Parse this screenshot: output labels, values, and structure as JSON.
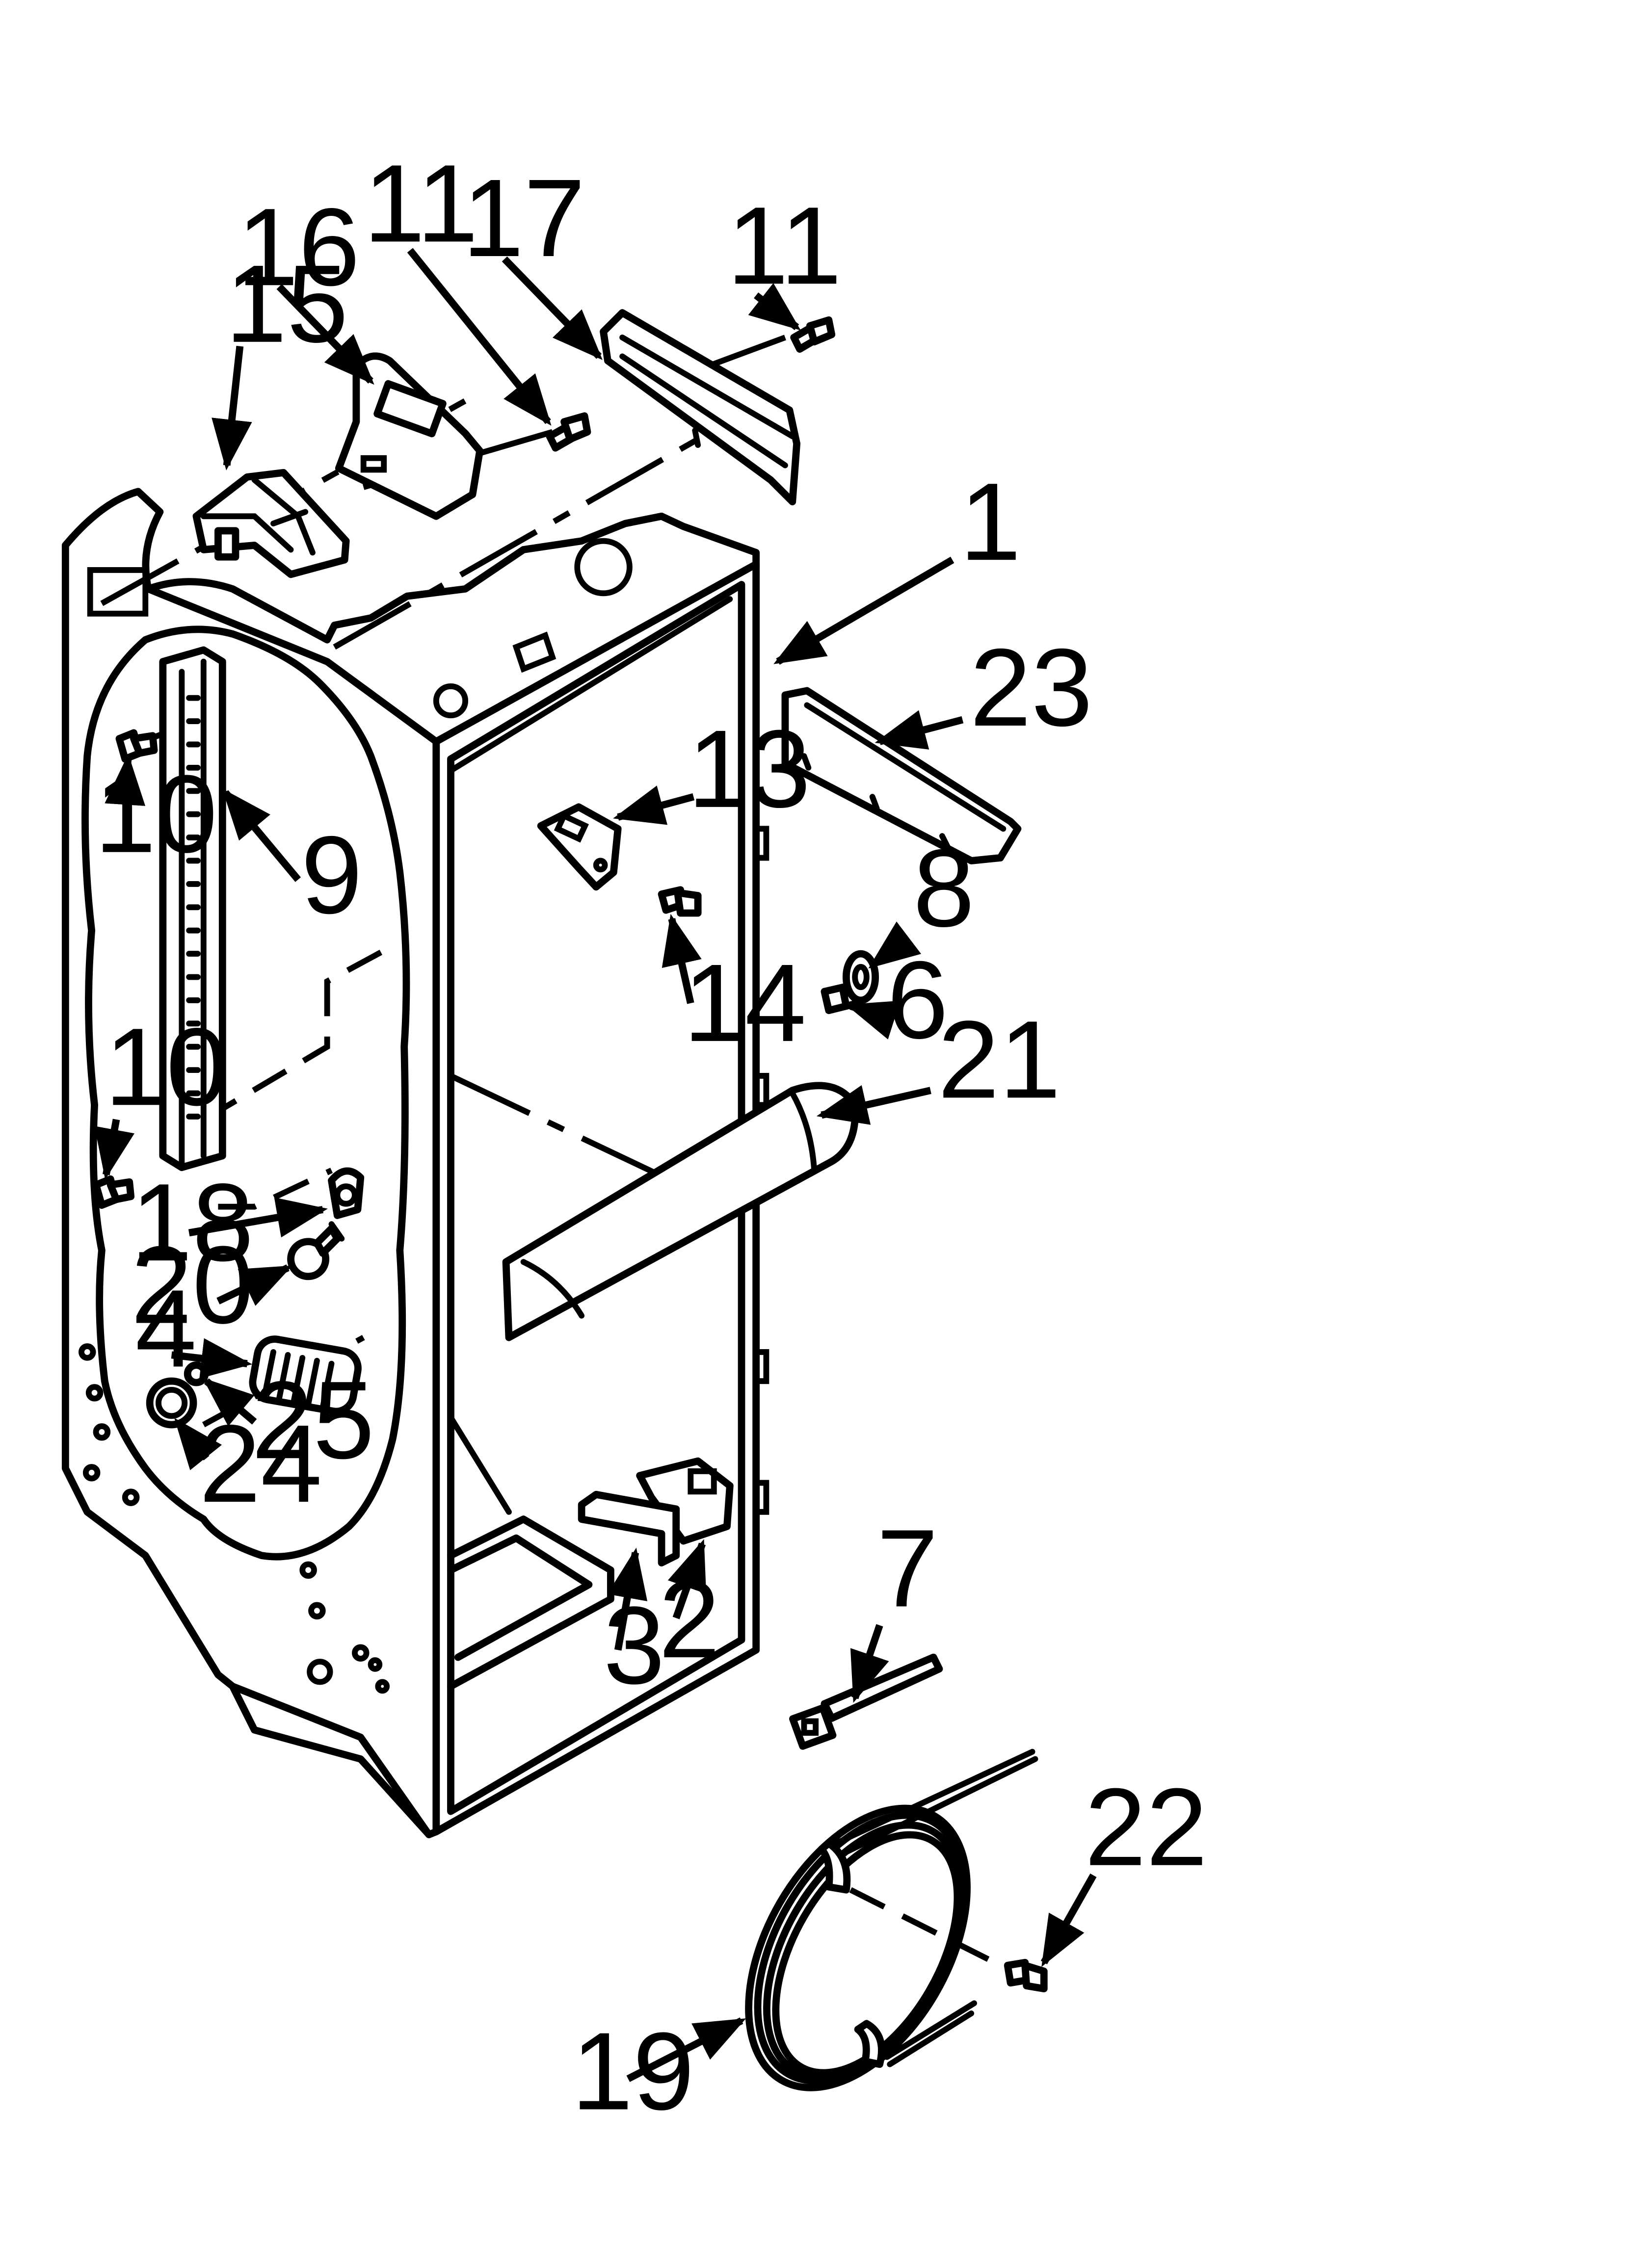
{
  "callouts": [
    {
      "id": "c1",
      "text": "1"
    },
    {
      "id": "c2",
      "text": "2"
    },
    {
      "id": "c3",
      "text": "3"
    },
    {
      "id": "c4",
      "text": "4"
    },
    {
      "id": "c6",
      "text": "6"
    },
    {
      "id": "c7",
      "text": "7"
    },
    {
      "id": "c8",
      "text": "8"
    },
    {
      "id": "c9",
      "text": "9"
    },
    {
      "id": "c10a",
      "text": "10"
    },
    {
      "id": "c10b",
      "text": "10"
    },
    {
      "id": "c11a",
      "text": "11"
    },
    {
      "id": "c11b",
      "text": "11"
    },
    {
      "id": "c13",
      "text": "13"
    },
    {
      "id": "c14",
      "text": "14"
    },
    {
      "id": "c15",
      "text": "15"
    },
    {
      "id": "c16",
      "text": "16"
    },
    {
      "id": "c17",
      "text": "17"
    },
    {
      "id": "c18",
      "text": "18"
    },
    {
      "id": "c19",
      "text": "19"
    },
    {
      "id": "c20",
      "text": "20"
    },
    {
      "id": "c21",
      "text": "21"
    },
    {
      "id": "c22",
      "text": "22"
    },
    {
      "id": "c23",
      "text": "23"
    },
    {
      "id": "c24",
      "text": "24"
    },
    {
      "id": "c25",
      "text": "25"
    }
  ]
}
